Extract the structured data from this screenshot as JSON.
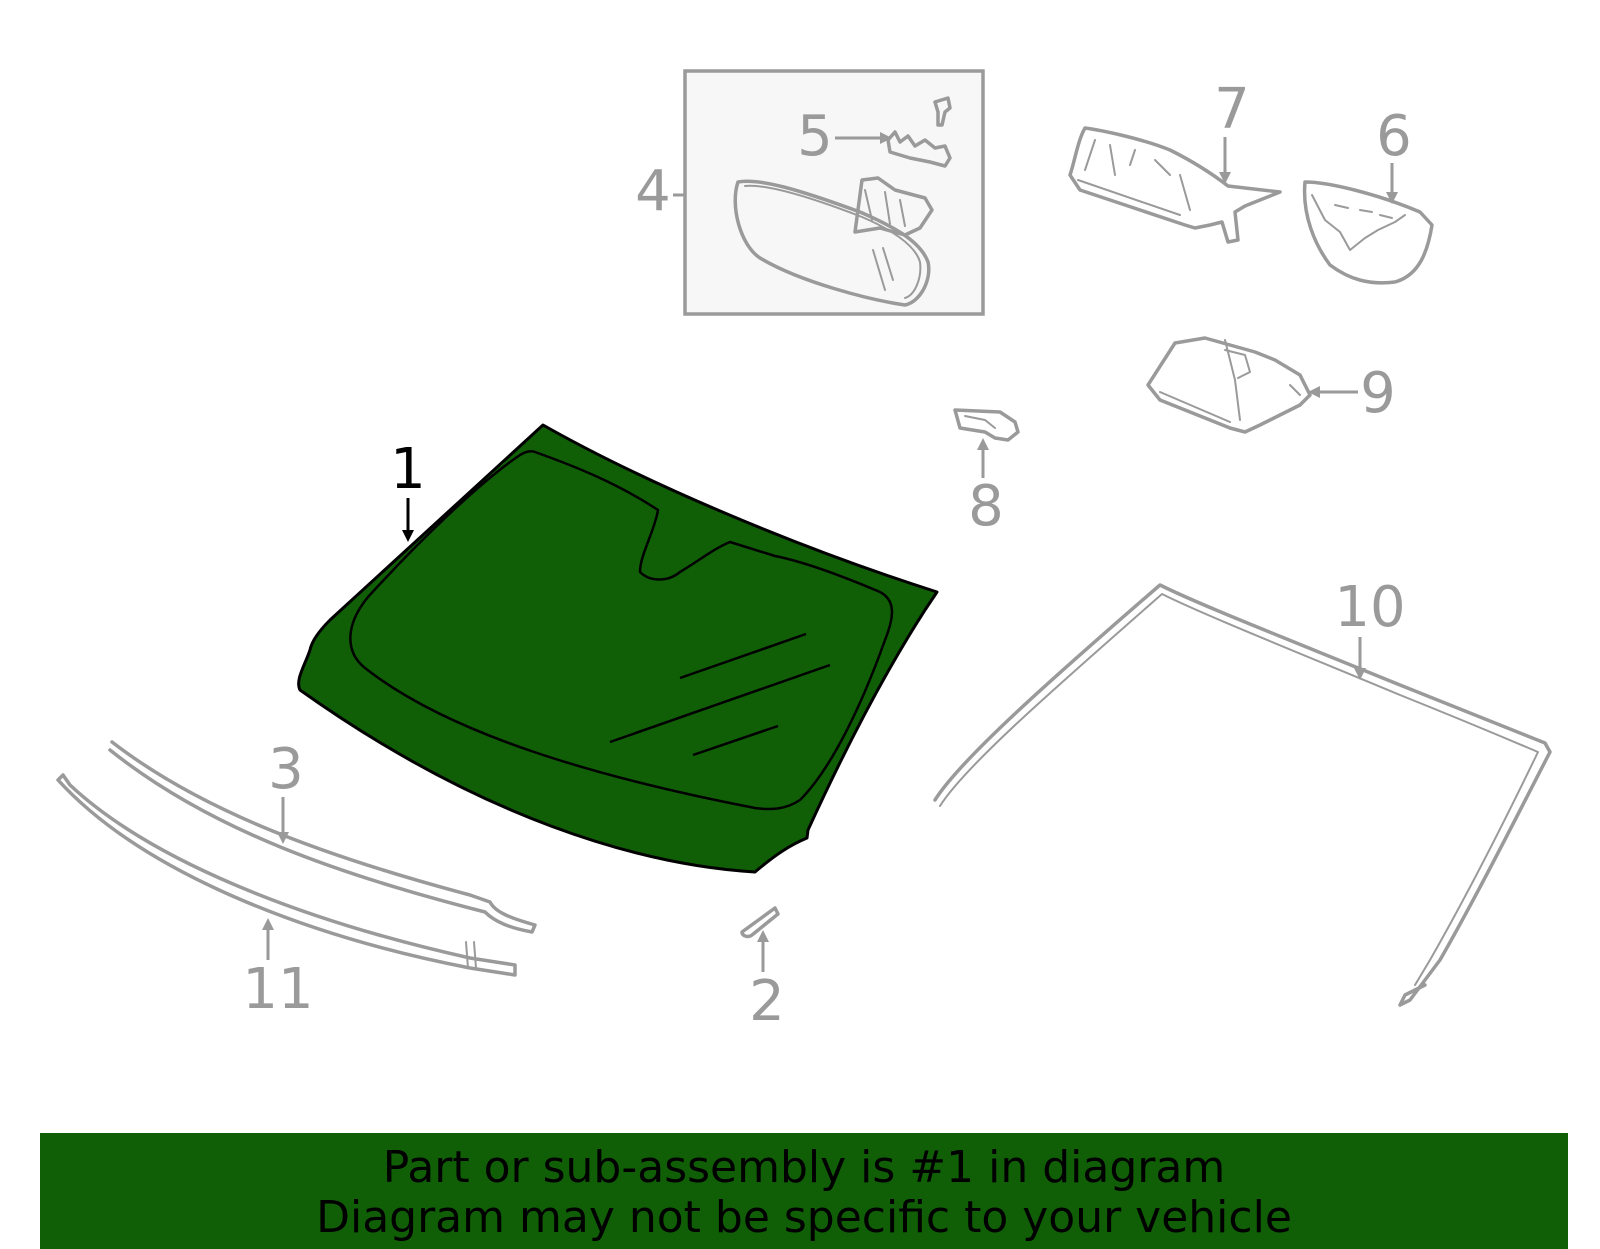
{
  "diagram": {
    "highlight_color": "#105f07",
    "part_color": "#9a9a9a",
    "callouts": [
      {
        "id": "1",
        "label": "1",
        "highlighted": true
      },
      {
        "id": "2",
        "label": "2"
      },
      {
        "id": "3",
        "label": "3"
      },
      {
        "id": "4",
        "label": "4"
      },
      {
        "id": "5",
        "label": "5"
      },
      {
        "id": "6",
        "label": "6"
      },
      {
        "id": "7",
        "label": "7"
      },
      {
        "id": "8",
        "label": "8"
      },
      {
        "id": "9",
        "label": "9"
      },
      {
        "id": "10",
        "label": "10"
      },
      {
        "id": "11",
        "label": "11"
      }
    ]
  },
  "banner": {
    "line1": "Part or sub-assembly is #1 in diagram",
    "line2": "Diagram may not be specific to your vehicle",
    "background": "#105f07"
  }
}
